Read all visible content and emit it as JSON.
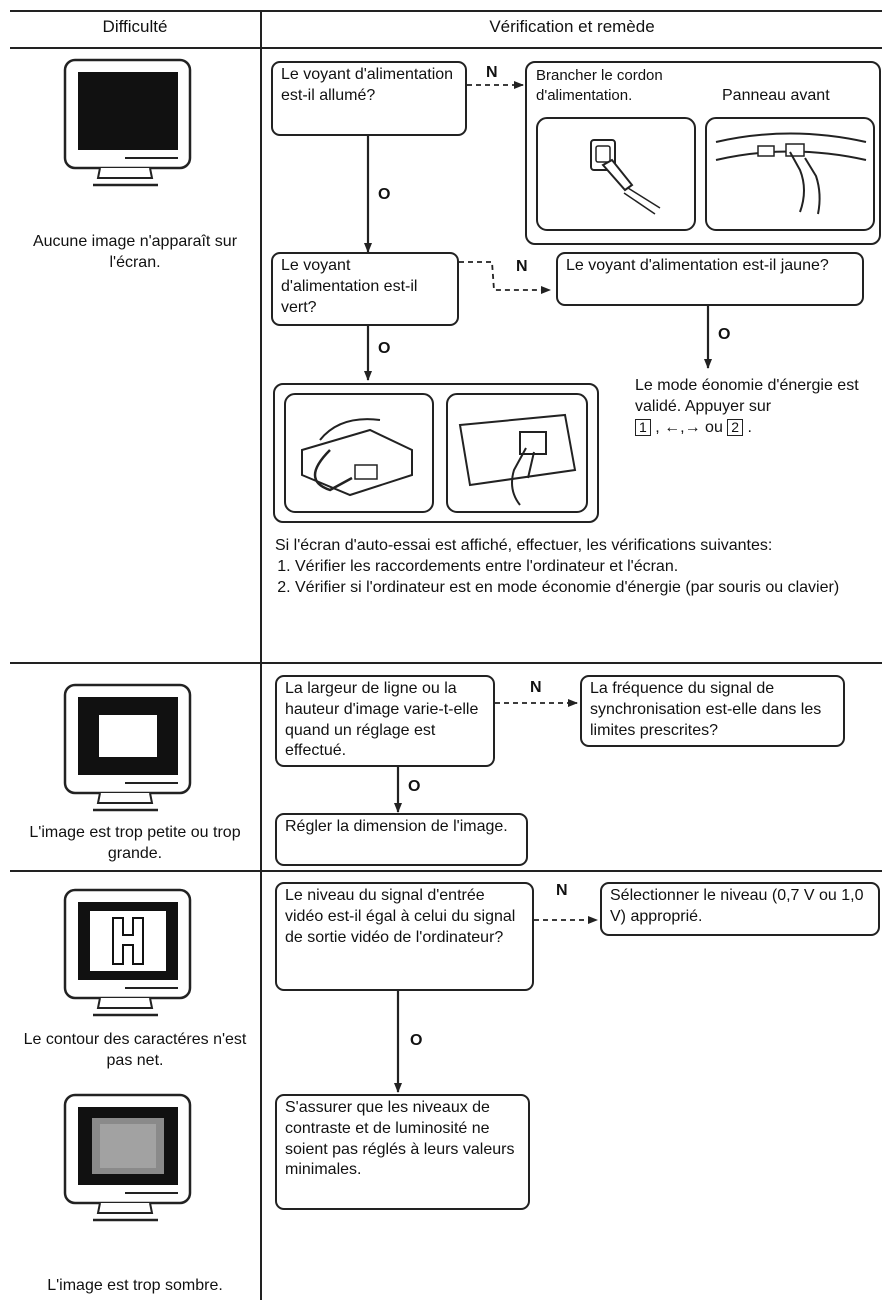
{
  "table": {
    "col_difficulty": "Difficulté",
    "col_verification": "Vérification et remède"
  },
  "row1": {
    "difficulty": "Aucune image n'apparaît sur l'écran.",
    "q_power_on": "Le voyant d'alimentation est-il allumé?",
    "a_plug_cord": "Brancher le cordon d'alimentation.",
    "panel_label": "Panneau avant",
    "q_power_green": "Le voyant d'alimentation est-il vert?",
    "q_power_yellow": "Le voyant d'alimentation est-il jaune?",
    "eco_text": "Le mode éonomie d'énergie est validé. Appuyer sur",
    "key1": "1",
    "arrows": "←,→",
    "or_text": "ou",
    "key2": "2",
    "selftest_intro": "Si l'écran d'auto-essai est affiché, effectuer, les vérifications suivantes:",
    "checks": [
      "Vérifier les raccordements entre l'ordinateur et l'écran.",
      "Vérifier si l'ordinateur est en mode économie d'énergie (par souris ou clavier)"
    ]
  },
  "row2": {
    "difficulty": "L'image est trop petite ou trop grande.",
    "q_width": "La largeur de ligne ou la hauteur d'image varie-t-elle quand un réglage est effectué.",
    "q_sync": "La fréquence du signal de synchronisation est-elle dans les limites prescrites?",
    "a_adjust": "Régler la dimension de l'image."
  },
  "row3": {
    "difficulty_a": "Le contour des caractéres n'est pas net.",
    "difficulty_b": "L'image est trop sombre.",
    "q_level": "Le niveau du signal d'entrée vidéo est-il égal à celui du signal de sortie vidéo de l'ordinateur?",
    "a_select": "Sélectionner le niveau (0,7 V ou 1,0 V) approprié.",
    "a_contrast": "S'assurer que les niveaux de contraste et de luminosité ne soient pas réglés à leurs valeurs minimales.",
    "h_letter": "H"
  },
  "flow": {
    "no": "N",
    "yes": "O"
  }
}
